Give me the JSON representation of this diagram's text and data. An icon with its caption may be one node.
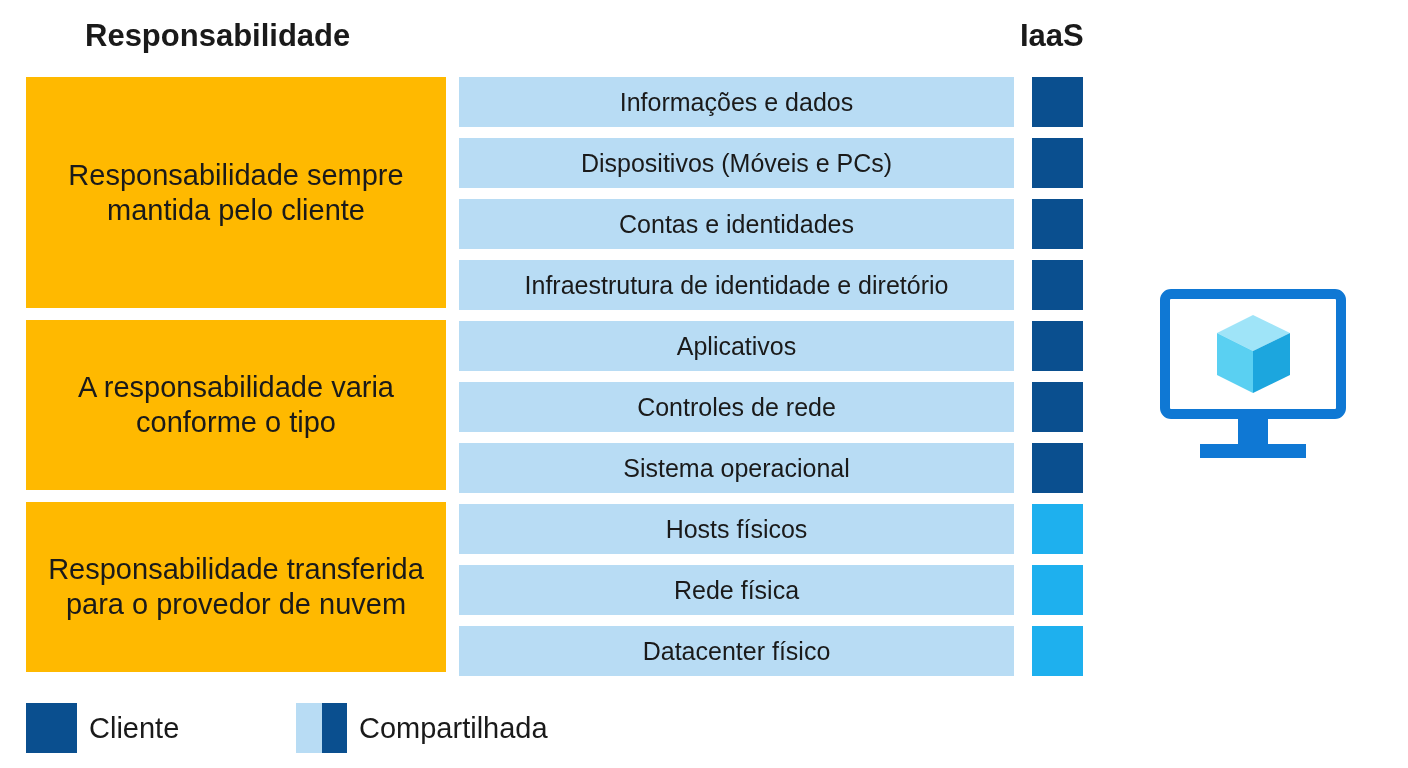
{
  "diagram": {
    "nodes": [
      {
        "text": [
          "Responsabilidade sempre mantida pelo cliente"
        ]
      },
      {
        "text": [
          "A responsabilidade varia conforme o tipo"
        ]
      },
      {
        "text": [
          "Responsabilidade transferida para o provedor de nuvem"
        ]
      },
      {
        "text": [
          "Informações e dados"
        ]
      },
      {
        "text": [
          "Dispositivos (Móveis e PCs)"
        ]
      },
      {
        "text": [
          "Contas e identidades"
        ]
      },
      {
        "text": [
          "Infraestrutura de identidade e diretório"
        ]
      },
      {
        "text": [
          "Aplicativos"
        ]
      },
      {
        "text": [
          "Controles de rede"
        ]
      },
      {
        "text": [
          "Sistema operacional"
        ]
      },
      {
        "text": [
          "Hosts físicos"
        ]
      },
      {
        "text": [
          "Rede física"
        ]
      },
      {
        "text": [
          "Datacenter físico"
        ]
      }
    ],
    "labels": [
      "Responsabilidade",
      "IaaS"
    ],
    "legend": [
      {
        "text": "Cliente",
        "color": "#0a4f8f"
      },
      {
        "text": "Compartilhada"
      }
    ]
  }
}
